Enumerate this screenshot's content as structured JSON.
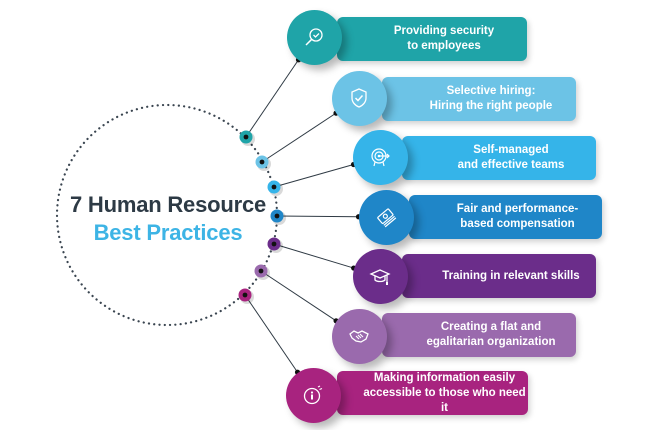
{
  "title": {
    "line1": "7 Human Resource",
    "line2": "Best Practices",
    "line1_color": "#2d3a45",
    "line2_color": "#3db4e5"
  },
  "practices": [
    {
      "label": "Providing security\nto employees",
      "icon": "magnifier-check-icon",
      "color": "#1fa4a8"
    },
    {
      "label": "Selective hiring:\nHiring the right people",
      "icon": "shield-check-icon",
      "color": "#6cc3e6"
    },
    {
      "label": "Self-managed\nand effective teams",
      "icon": "target-icon",
      "color": "#35b4e9"
    },
    {
      "label": "Fair and performance-\nbased compensation",
      "icon": "money-stack-icon",
      "color": "#1f86c8"
    },
    {
      "label": "Training in relevant skills",
      "icon": "graduation-cap-icon",
      "color": "#6b2d8a"
    },
    {
      "label": "Creating a flat and\negalitarian organization",
      "icon": "handshake-icon",
      "color": "#9a6aad"
    },
    {
      "label": "Making information easily\naccessible to those who need it",
      "icon": "info-bubble-icon",
      "color": "#a8237f"
    }
  ]
}
